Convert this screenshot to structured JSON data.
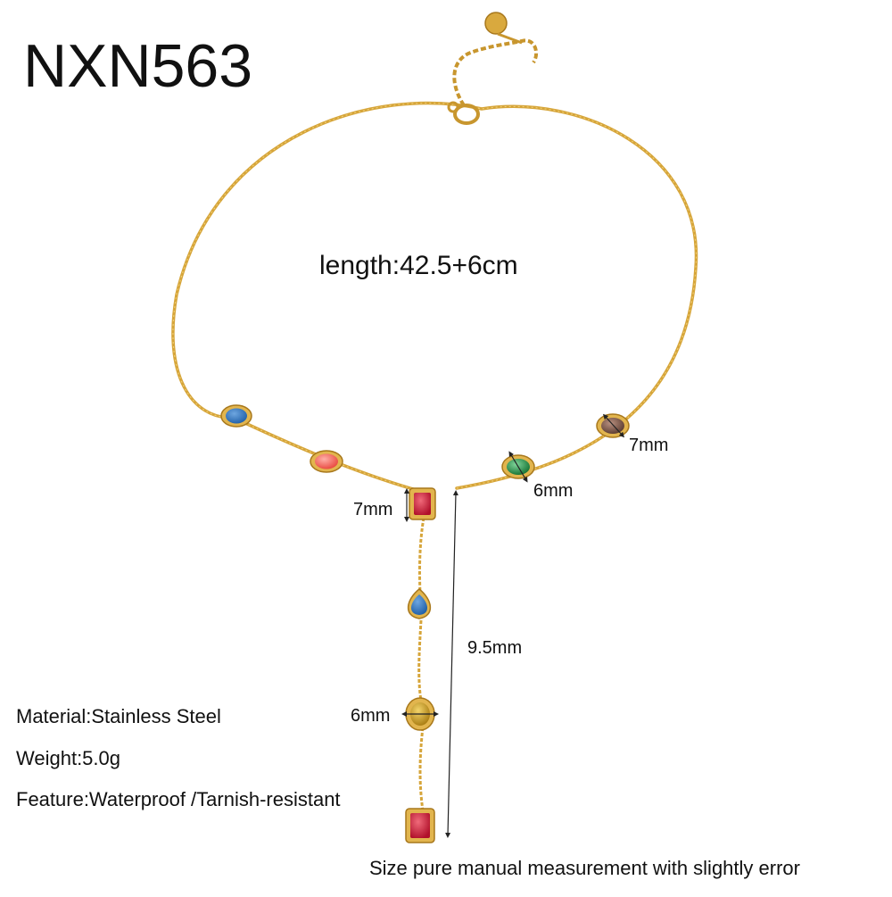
{
  "product": {
    "code": "NXN563",
    "length": "length:42.5+6cm",
    "material": "Material:Stainless Steel",
    "weight": "Weight:5.0g",
    "feature": "Feature:Waterproof /Tarnish-resistant",
    "note": "Size pure manual measurement with slightly error"
  },
  "dimensions": {
    "right_gem": "7mm",
    "green_gem": "6mm",
    "top_pendant": "7mm",
    "drop_length": "9.5mm",
    "yellow_gem": "6mm"
  },
  "colors": {
    "gold": "#d6a53a",
    "gold_dark": "#a8781c",
    "blue_gem": "#1f5fa8",
    "coral_gem": "#e8453c",
    "red_gem": "#c8102e",
    "green_gem": "#1a8a3a",
    "smoky_gem": "#6b4a3c",
    "yellow_gem": "#c99a18"
  }
}
